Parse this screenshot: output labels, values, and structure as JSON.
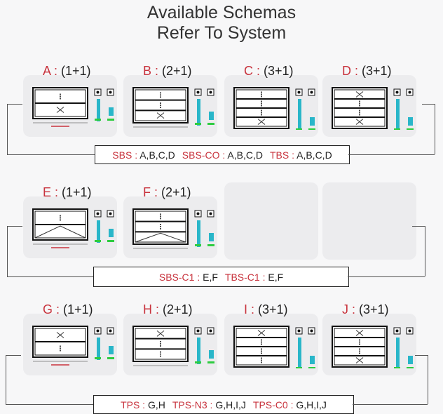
{
  "title": [
    "Available Schemas",
    "Refer To System"
  ],
  "rows": [
    {
      "schemas": [
        {
          "letter": "A",
          "config": "(1+1)",
          "panes": [
            "arrow",
            "x"
          ]
        },
        {
          "letter": "B",
          "config": "(2+1)",
          "panes": [
            "arrow",
            "arrow",
            "x"
          ]
        },
        {
          "letter": "C",
          "config": "(3+1)",
          "panes": [
            "arrow",
            "arrow",
            "arrow",
            "x"
          ]
        },
        {
          "letter": "D",
          "config": "(3+1)",
          "panes": [
            "x",
            "arrow",
            "arrow",
            "x"
          ]
        }
      ],
      "systems": [
        {
          "name": "SBS",
          "schemas": "A,B,C,D"
        },
        {
          "name": "SBS-CO",
          "schemas": "A,B,C,D"
        },
        {
          "name": "TBS",
          "schemas": "A,B,C,D"
        }
      ]
    },
    {
      "schemas": [
        {
          "letter": "E",
          "config": "(1+1)",
          "panes": [
            "arrow",
            "tri"
          ]
        },
        {
          "letter": "F",
          "config": "(2+1)",
          "panes": [
            "arrow",
            "arrow",
            "tri"
          ]
        }
      ],
      "systems": [
        {
          "name": "SBS-C1",
          "schemas": "E,F"
        },
        {
          "name": "TBS-C1",
          "schemas": "E,F"
        }
      ]
    },
    {
      "schemas": [
        {
          "letter": "G",
          "config": "(1+1)",
          "panes": [
            "x",
            "arrow"
          ]
        },
        {
          "letter": "H",
          "config": "(2+1)",
          "panes": [
            "x",
            "arrow",
            "arrow"
          ]
        },
        {
          "letter": "I",
          "config": "(3+1)",
          "panes": [
            "x",
            "arrow",
            "arrow",
            "arrow"
          ]
        },
        {
          "letter": "J",
          "config": "(3+1)",
          "panes": [
            "x",
            "arrow",
            "arrow",
            "x"
          ]
        }
      ],
      "systems": [
        {
          "name": "TPS",
          "schemas": "G,H"
        },
        {
          "name": "TPS-N3",
          "schemas": "G,H,I,J"
        },
        {
          "name": "TPS-C0",
          "schemas": "G,H,I,J"
        }
      ]
    }
  ],
  "colors": {
    "accent": "#c8333d",
    "profile": "#29b6c9",
    "base": "#2ecc40"
  }
}
